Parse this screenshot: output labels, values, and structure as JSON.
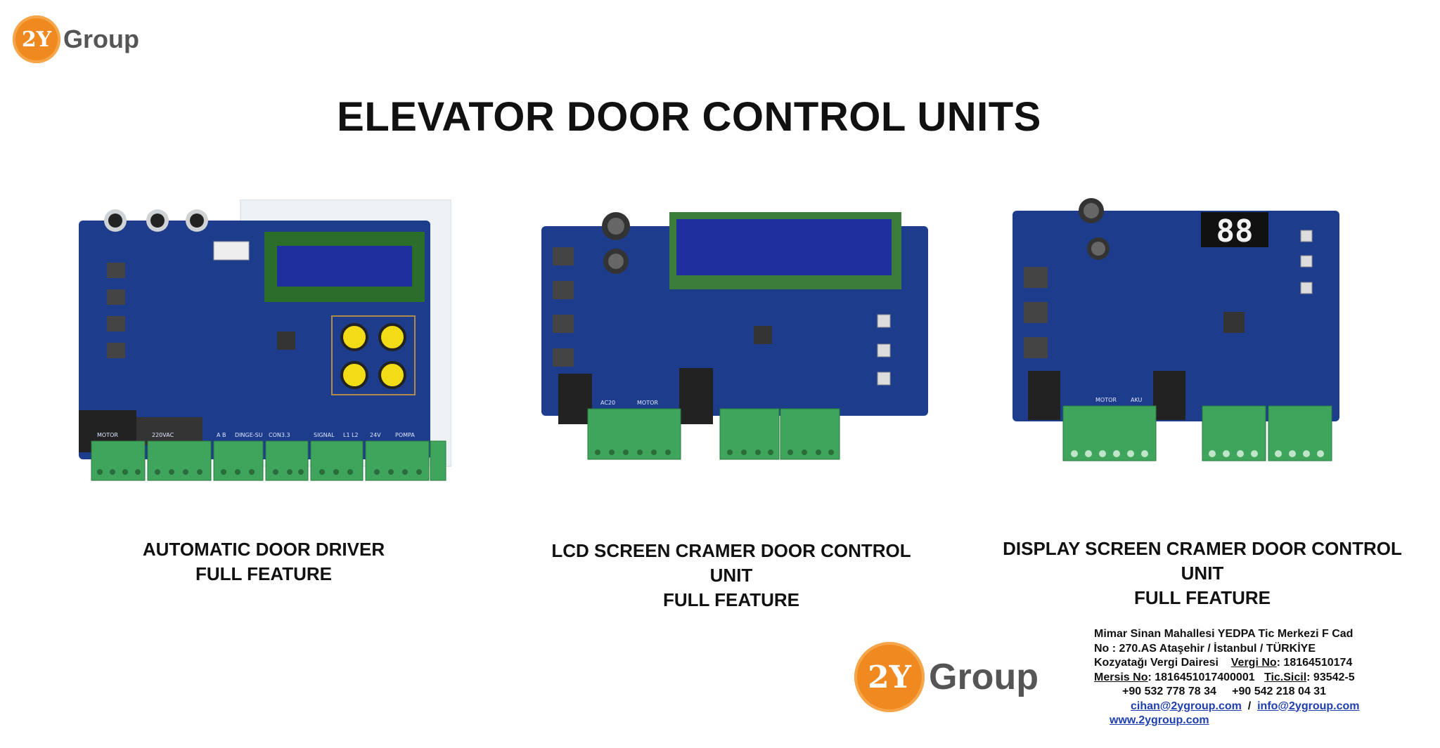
{
  "logo": {
    "mark": "2Y",
    "word": "Group"
  },
  "title": "ELEVATOR DOOR CONTROL UNITS",
  "products": [
    {
      "line1": "AUTOMATIC DOOR DRIVER",
      "line2": "FULL FEATURE"
    },
    {
      "line1": "LCD SCREEN CRAMER DOOR CONTROL UNIT",
      "line2": "FULL FEATURE"
    },
    {
      "line1": "DISPLAY SCREEN CRAMER DOOR CONTROL UNIT",
      "line2": "FULL FEATURE"
    }
  ],
  "board_labels": {
    "board1": [
      "MOTOR",
      "220VAC",
      "A B",
      "DINGE-SU",
      "CON3.3",
      "SIGNAL",
      "L1 L2",
      "24V",
      "POMPA"
    ],
    "board2": [
      "AC20",
      "MOTOR"
    ],
    "board3": [
      "MOTOR",
      "AKU"
    ]
  },
  "seven_segment": "88",
  "contact": {
    "line1": "Mimar Sinan Mahallesi  YEDPA Tic Merkezi  F Cad",
    "line2": "No :  270.AS     Ataşehir    /  İstanbul    /  TÜRKİYE",
    "line3_a": "Kozyatağı Vergi Dairesi",
    "line3_label": "Vergi No",
    "line3_b": ": 18164510174",
    "line4_label1": "Mersis No",
    "line4_b": ": 1816451017400001",
    "line4_label2": "Tic.Sicil",
    "line4_c": ":  93542-5",
    "phone1": "+90 532 778 78 34",
    "phone2": "+90 542 218 04 31",
    "email1": "cihan@2ygroup.com",
    "email_sep": "/",
    "email2": "info@2ygroup.com",
    "website": "www.2ygroup.com"
  },
  "colors": {
    "brand_orange": "#f08a20",
    "pcb_blue": "#1d3d8c",
    "terminal_green": "#3fa55c"
  }
}
